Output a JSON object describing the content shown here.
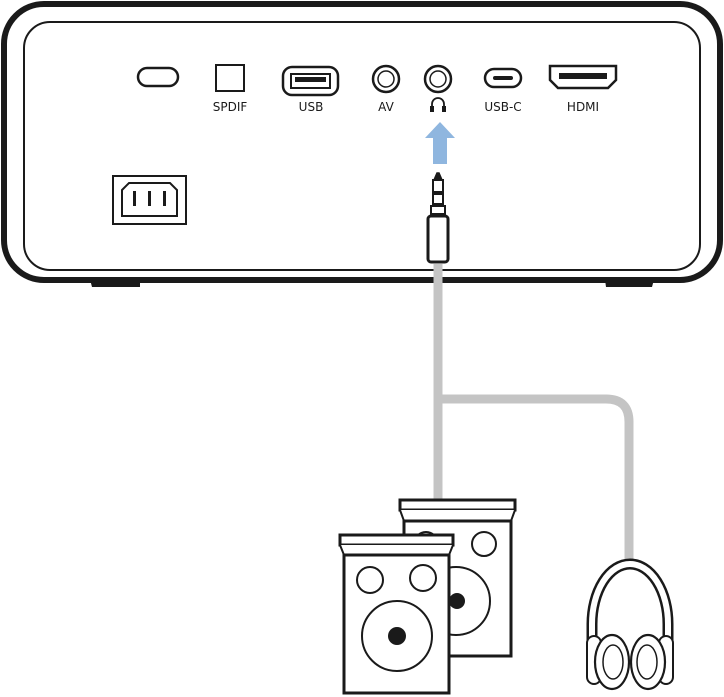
{
  "ports": {
    "spdif": "SPDIF",
    "usb": "USB",
    "av": "AV",
    "usb_c": "USB-C",
    "hdmi": "HDMI"
  },
  "icons": {
    "headphone_port": "headphone-icon",
    "arrow": "arrow-up-icon",
    "power": "ac-power-socket-icon"
  },
  "colors": {
    "outline": "#1a1a1a",
    "cable": "#c4c4c4",
    "arrow": "#8fb6df"
  }
}
